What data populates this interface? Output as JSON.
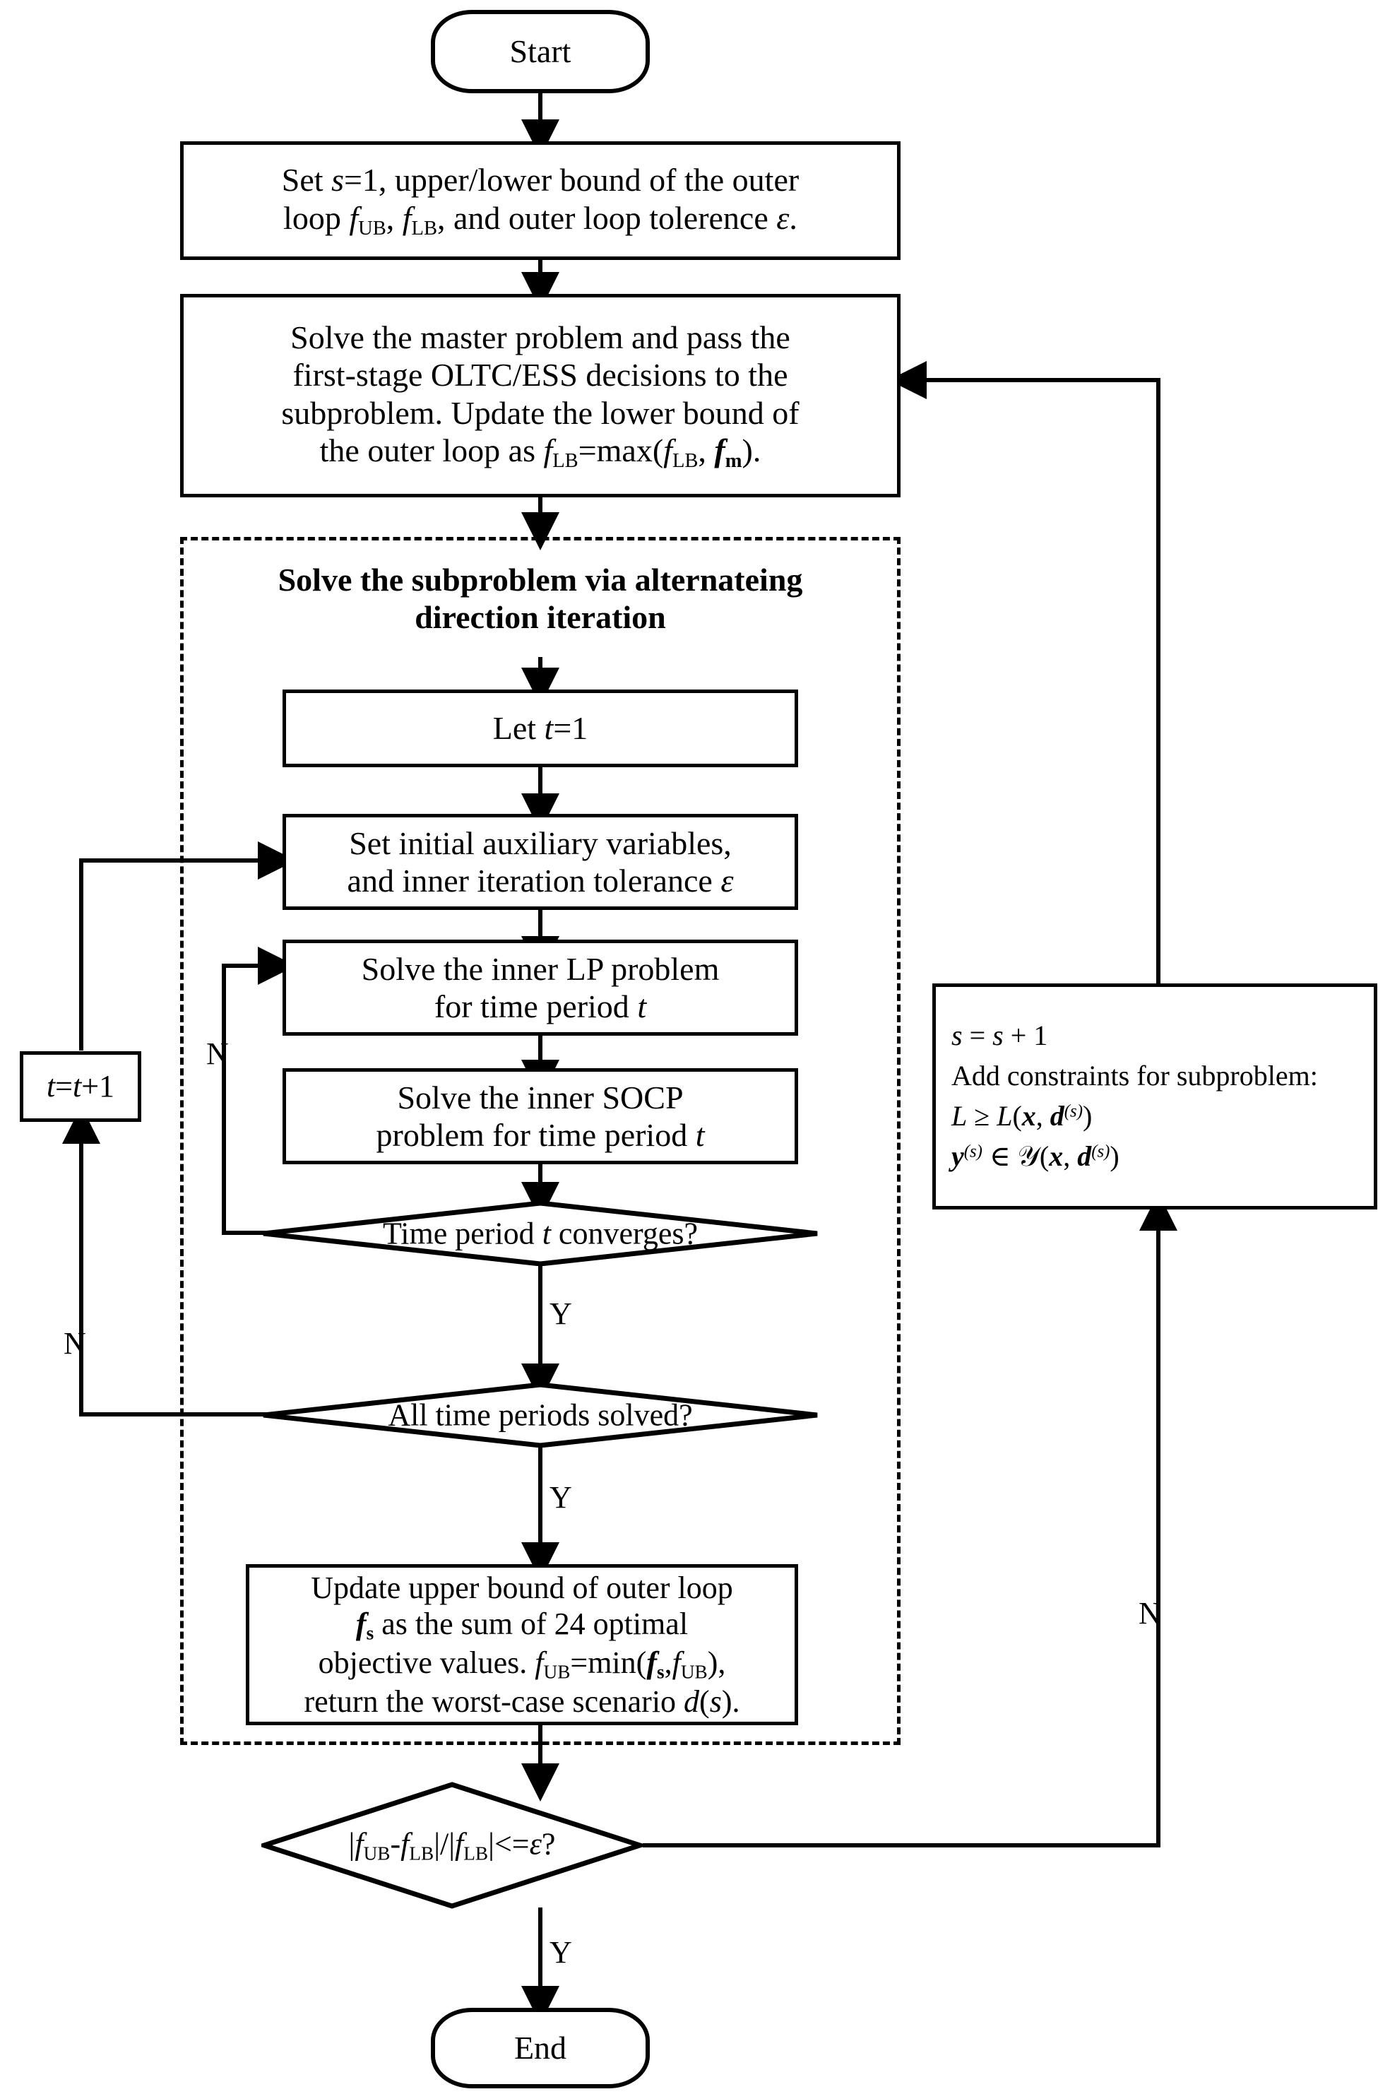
{
  "diagram": {
    "title": "Two-stage robust optimization solution flowchart",
    "stroke_color": "#000000",
    "background_color": "#ffffff"
  },
  "nodes": {
    "start": {
      "label": "Start",
      "shape": "terminator"
    },
    "init": {
      "shape": "process",
      "line1_a": "Set ",
      "line1_s": "s",
      "line1_b": "=1, upper/lower bound of the outer",
      "line2_a": "loop ",
      "line2_f1": "f",
      "line2_sub1": "UB",
      "line2_c": ", ",
      "line2_f2": "f",
      "line2_sub2": "LB",
      "line2_d": ", and outer loop tolerence ",
      "line2_eps": "ε",
      "line2_e": "."
    },
    "master": {
      "shape": "process",
      "line1": "Solve the master problem and pass the",
      "line2": "first-stage OLTC/ESS decisions to the",
      "line3": "subproblem. Update the lower bound of",
      "line4_a": "the outer loop as ",
      "line4_f1": "f",
      "line4_sub1": "LB",
      "line4_b": "=max(",
      "line4_f2": "f",
      "line4_sub2": "LB",
      "line4_c": ", ",
      "line4_f3": "f",
      "line4_sub3": "m",
      "line4_d": ")."
    },
    "subproblem_group": {
      "shape": "dashed-container",
      "title_line1": "Solve the subproblem via alternateing",
      "title_line2": "direction iteration"
    },
    "let_t": {
      "shape": "process",
      "text_a": "Let ",
      "text_t": "t",
      "text_b": "=1"
    },
    "set_aux": {
      "shape": "process",
      "line1": "Set initial auxiliary variables,",
      "line2_a": "and inner iteration tolerance ",
      "line2_eps": "ε"
    },
    "inner_lp": {
      "shape": "process",
      "line1": "Solve the inner LP problem",
      "line2_a": "for time period ",
      "line2_t": "t"
    },
    "inner_socp": {
      "shape": "process",
      "line1": "Solve the inner SOCP",
      "line2_a": "problem for time period ",
      "line2_t": "t"
    },
    "t_converges": {
      "shape": "decision",
      "text_a": "Time period ",
      "text_t": "t",
      "text_b": " converges?"
    },
    "all_periods": {
      "shape": "decision",
      "text": "All time periods solved?"
    },
    "update_ub": {
      "shape": "process",
      "line1": "Update upper bound of outer loop",
      "line2_f": "f",
      "line2_sub": "s",
      "line2_b": " as the sum of 24 optimal",
      "line3_a": "objective values. ",
      "line3_f1": "f",
      "line3_sub1": "UB",
      "line3_b": "=min(",
      "line3_f2": "f",
      "line3_sub2": "s",
      "line3_c": ",",
      "line3_f3": "f",
      "line3_sub3": "UB",
      "line3_d": "),",
      "line4_a": "return the worst-case scenario ",
      "line4_d": "d",
      "line4_b": "(",
      "line4_s": "s",
      "line4_c": ")."
    },
    "t_increment": {
      "shape": "process",
      "text_t1": "t",
      "text_eq": "=",
      "text_t2": "t",
      "text_plus": "+1"
    },
    "outer_check": {
      "shape": "decision",
      "bar1": "|",
      "f1": "f",
      "sub1": "UB",
      "minus": "-",
      "f2": "f",
      "sub2": "LB",
      "bar2": "|/|",
      "f3": "f",
      "sub3": "LB",
      "bar3": "|",
      "op": "<=",
      "eps": "ε",
      "q": "?"
    },
    "add_constraints": {
      "shape": "process",
      "line1_s1": "s",
      "line1_eq": " = ",
      "line1_s2": "s",
      "line1_plus": " + 1",
      "line2": "Add constraints for subproblem:",
      "line3_L": "L",
      "line3_ge": " ≥ ",
      "line3_L2": "L",
      "line3_open": "(",
      "line3_x": "x",
      "line3_comma": ", ",
      "line3_d": "d",
      "line3_sup": "(s)",
      "line3_close": ")",
      "line4_y": "y",
      "line4_sup1": "(s)",
      "line4_in": " ∈ ",
      "line4_cal": "𝒴",
      "line4_open": "(",
      "line4_x": "x",
      "line4_comma": ", ",
      "line4_d": "d",
      "line4_sup2": "(s)",
      "line4_close": ")"
    },
    "end": {
      "label": "End",
      "shape": "terminator"
    }
  },
  "edge_labels": {
    "inner_no": "N",
    "period_yes": "Y",
    "all_periods_no": "N",
    "all_periods_yes": "Y",
    "outer_yes": "Y",
    "outer_no": "N"
  }
}
